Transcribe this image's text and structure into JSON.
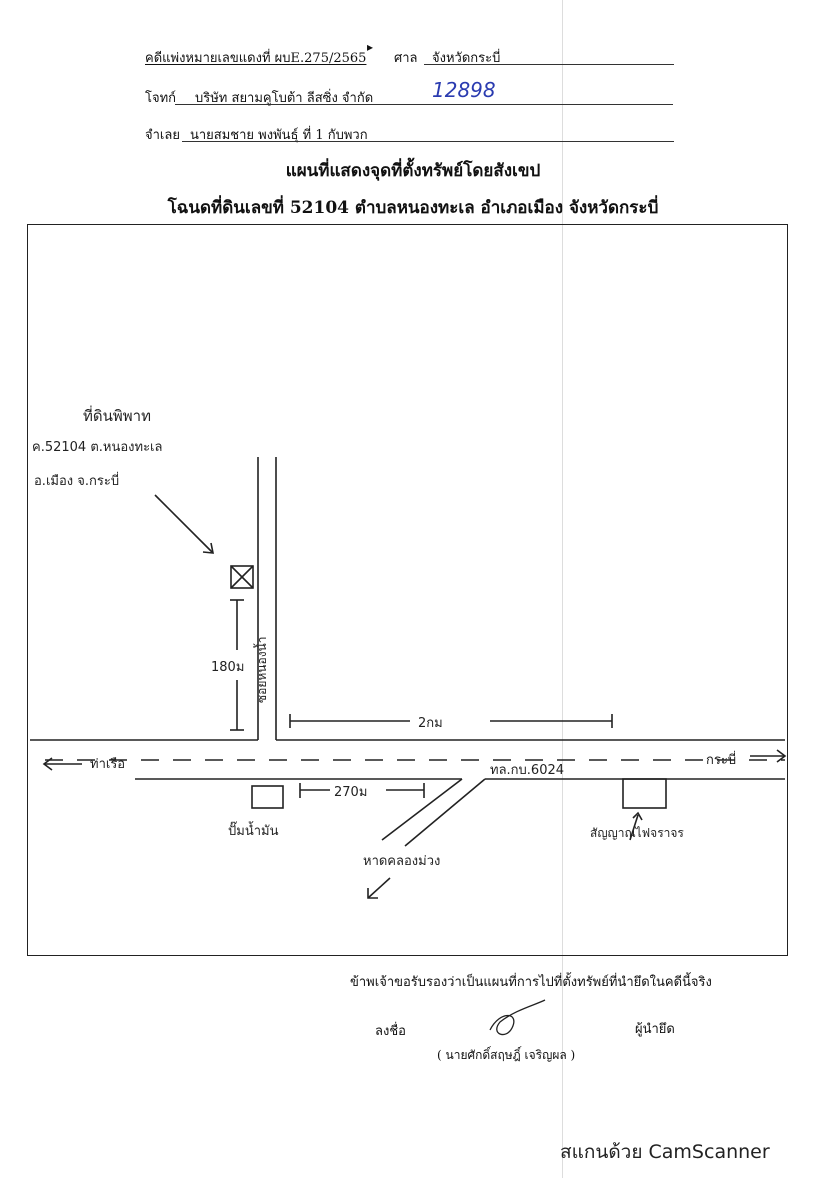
{
  "header": {
    "case_label": "คดีแพ่งหมายเลขแดงที่ ผบE.275/2565",
    "court_label": "ศาล",
    "court_value": "จังหวัดกระบี่",
    "plaintiff_label": "โจทก์",
    "plaintiff_value": "บริษัท สยามคูโบต้า ลีสซิ่ง จำกัด",
    "handwritten_number": "12898",
    "defendant_label": "จำเลย",
    "defendant_value": "นายสมชาย พงพันธุ์ ที่ 1 กับพวก"
  },
  "titles": {
    "line1": "แผนที่แสดงจุดที่ตั้งทรัพย์โดยสังเขป",
    "line2": "โฉนดที่ดินเลขที่ 52104 ตำบลหนองทะเล อำเภอเมือง จังหวัดกระบี่"
  },
  "map": {
    "property_title": "ที่ดินพิพาท",
    "property_line1": "ค.52104  ต.หนองทะเล",
    "property_line2": "อ.เมือง  จ.กระบี่",
    "side_road": "ซอยหนองน้ำ",
    "dist_vertical": "180ม",
    "dist_main": "2กม",
    "dist_station": "270ม",
    "road_left": "ท่าเรือ",
    "road_right": "กระบี่",
    "highway": "ทล.กบ.6024",
    "station": "ปั๊มน้ำมัน",
    "landmark_right": "สัญญาณไฟจราจร",
    "branch_road": "หาดคลองม่วง"
  },
  "certification": {
    "statement": "ข้าพเจ้าขอรับรองว่าเป็นแผนที่การไปที่ตั้งทรัพย์ที่นำยึดในคดีนี้จริง",
    "sign_label": "ลงชื่อ",
    "role": "ผู้นำยึด",
    "name": "( นายศักดิ์สฤษฎิ์ เจริญผล )"
  },
  "watermark": "สแกนด้วย CamScanner"
}
